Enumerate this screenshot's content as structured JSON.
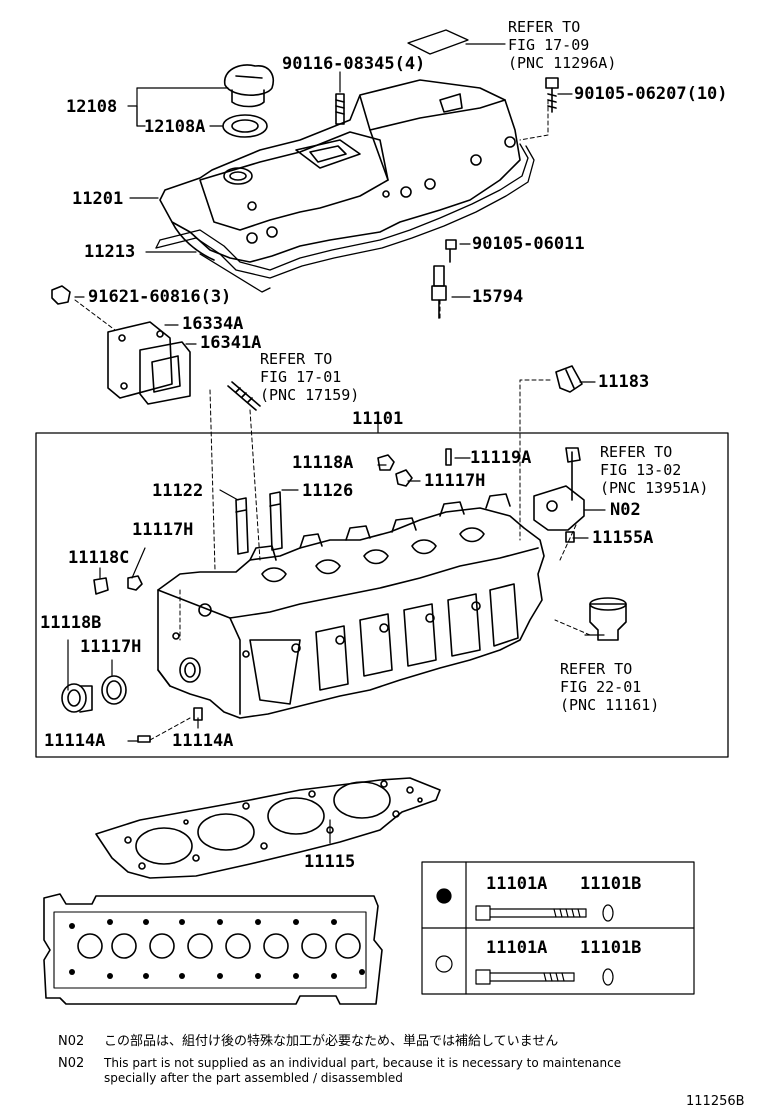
{
  "parts": {
    "p_90116": "90116-08345(4)",
    "p_12108": "12108",
    "p_12108A": "12108A",
    "p_90105_06207": "90105-06207(10)",
    "p_11201": "11201",
    "p_11213": "11213",
    "p_90105_06011": "90105-06011",
    "p_91621": "91621-60816(3)",
    "p_15794": "15794",
    "p_16334A": "16334A",
    "p_16341A": "16341A",
    "p_11183": "11183",
    "p_11101": "11101",
    "p_11118A": "11118A",
    "p_11119A": "11119A",
    "p_11117H_top": "11117H",
    "p_11122": "11122",
    "p_11126": "11126",
    "p_N02": "N02",
    "p_11117H_left": "11117H",
    "p_11155A": "11155A",
    "p_11118C": "11118C",
    "p_11118B": "11118B",
    "p_11117H_low": "11117H",
    "p_11114A_a": "11114A",
    "p_11114A_b": "11114A",
    "p_11115": "11115"
  },
  "refs": {
    "r_17_09": [
      "REFER TO",
      "FIG 17-09",
      "(PNC 11296A)"
    ],
    "r_17_01": [
      "REFER TO",
      "FIG 17-01",
      "(PNC 17159)"
    ],
    "r_13_02": [
      "REFER TO",
      "FIG 13-02",
      "(PNC 13951A)"
    ],
    "r_22_01": [
      "REFER TO",
      "FIG 22-01",
      "(PNC 11161)"
    ]
  },
  "bolt_table": {
    "row1_a": "11101A",
    "row1_b": "11101B",
    "row2_a": "11101A",
    "row2_b": "11101B",
    "row1_symbol": "filled-circle-icon",
    "row2_symbol": "open-circle-icon"
  },
  "notes": {
    "n1_code": "N02",
    "n1_text": "この部品は、組付け後の特殊な加工が必要なため、単品では補給していません",
    "n2_code": "N02",
    "n2_line1": "This part is not supplied as an individual part, because it is necessary to maintenance",
    "n2_line2": "specially after the part assembled / disassembled"
  },
  "figure_id": "111256B"
}
